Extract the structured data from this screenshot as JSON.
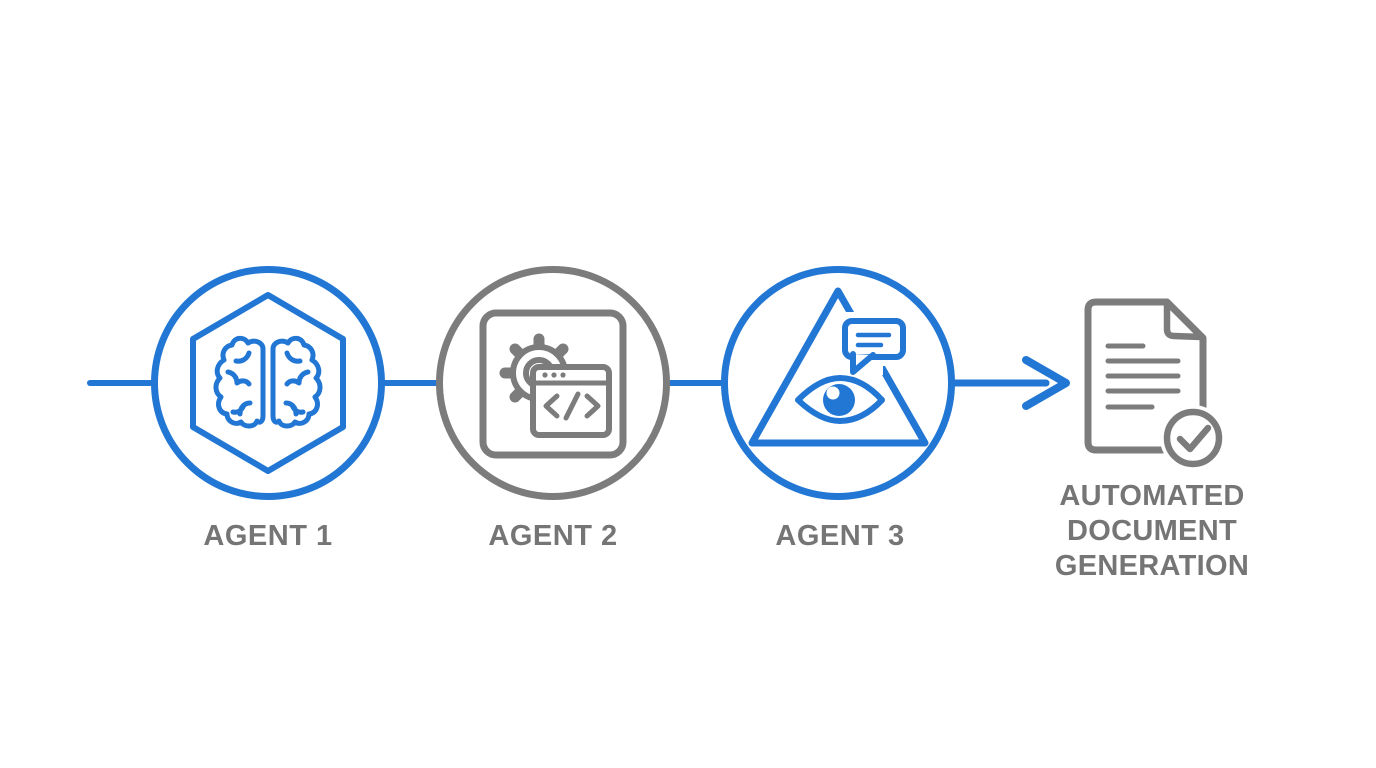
{
  "colors": {
    "accent_blue": "#2277d4",
    "icon_gray": "#7c7c7c",
    "label_gray": "#757575",
    "background": "#ffffff"
  },
  "diagram": {
    "flow_direction": "left-to-right",
    "nodes": [
      {
        "label": "AGENT 1",
        "icon": "brain-hexagon-icon",
        "accent": "blue"
      },
      {
        "label": "AGENT 2",
        "icon": "gear-code-window-icon",
        "accent": "gray"
      },
      {
        "label": "AGENT 3",
        "icon": "eye-triangle-chat-bubble-icon",
        "accent": "blue"
      }
    ],
    "connectors": {
      "style": "solid-line",
      "color": "blue",
      "ends_with": "right-arrow-icon"
    },
    "output": {
      "label": "AUTOMATED DOCUMENT GENERATION",
      "icon": "document-checkmark-icon",
      "accent": "gray"
    }
  }
}
